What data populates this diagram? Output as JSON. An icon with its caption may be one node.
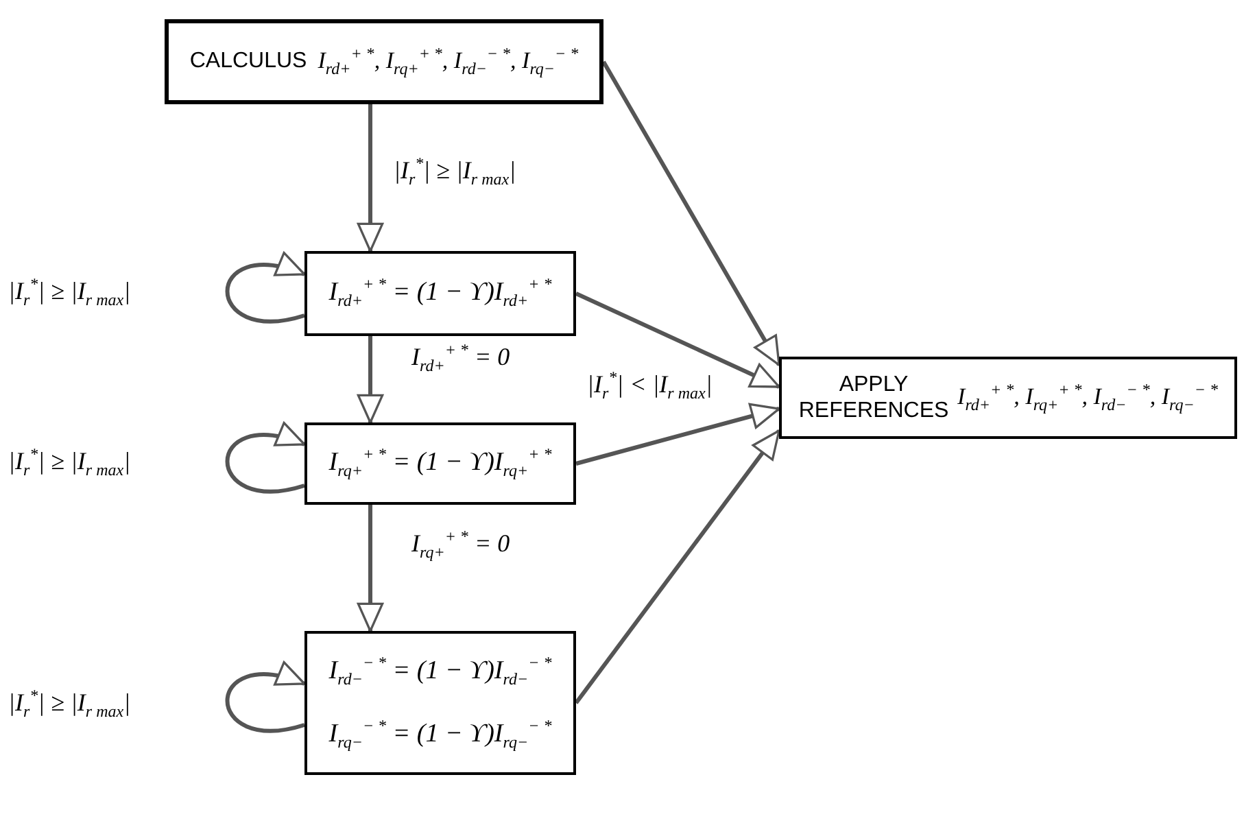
{
  "diagram": {
    "nodes": [
      {
        "text": [
          "CALCULUS",
          "I$_{rd+}$$^{+ *}$, I$_{rq+}$$^{+ *}$, I$_{rd−}$$^{− *}$, I$_{rq−}$$^{− *}$"
        ]
      },
      {
        "text": [
          "I$_{rd+}$$^{+ *}$ = (1 − ϒ)I$_{rd+}$$^{+ *}$"
        ]
      },
      {
        "text": [
          "I$_{rq+}$$^{+ *}$ = (1 − ϒ)I$_{rq+}$$^{+ *}$"
        ]
      },
      {
        "text": [
          "I$_{rd−}$$^{− *}$ = (1 − ϒ)I$_{rd−}$$^{− *}$",
          "I$_{rq−}$$^{− *}$ = (1 − ϒ)I$_{rq−}$$^{− *}$"
        ]
      },
      {
        "text": [
          "APPLY REFERENCES",
          "I$_{rd+}$$^{+ *}$, I$_{rq+}$$^{+ *}$, I$_{rd−}$$^{− *}$, I$_{rq−}$$^{− *}$"
        ]
      }
    ],
    "edges": [
      {
        "from": 0,
        "to": 1,
        "arrow": "to",
        "label": "|I$_{r}$$^{*}$| ≥ |I$_{r max}$|"
      },
      {
        "from": 1,
        "to": 2,
        "arrow": "to",
        "label": "I$_{rd+}$$^{+ *}$ = 0"
      },
      {
        "from": 2,
        "to": 3,
        "arrow": "to",
        "label": "I$_{rq+}$$^{+ *}$ = 0"
      },
      {
        "from": 1,
        "to": 1,
        "arrow": "to",
        "label": "|I$_{r}$$^{*}$| ≥ |I$_{r max}$|"
      },
      {
        "from": 2,
        "to": 2,
        "arrow": "to",
        "label": "|I$_{r}$$^{*}$| ≥ |I$_{r max}$|"
      },
      {
        "from": 3,
        "to": 3,
        "arrow": "to",
        "label": "|I$_{r}$$^{*}$| ≥ |I$_{r max}$|"
      },
      {
        "from": 0,
        "to": 4,
        "arrow": "to"
      },
      {
        "from": 1,
        "to": 4,
        "arrow": "to"
      },
      {
        "from": 2,
        "to": 4,
        "arrow": "to"
      },
      {
        "from": 3,
        "to": 4,
        "arrow": "to"
      }
    ],
    "labels": [
      "|I$_{r}$$^{*}$| < |I$_{r max}$|"
    ]
  }
}
